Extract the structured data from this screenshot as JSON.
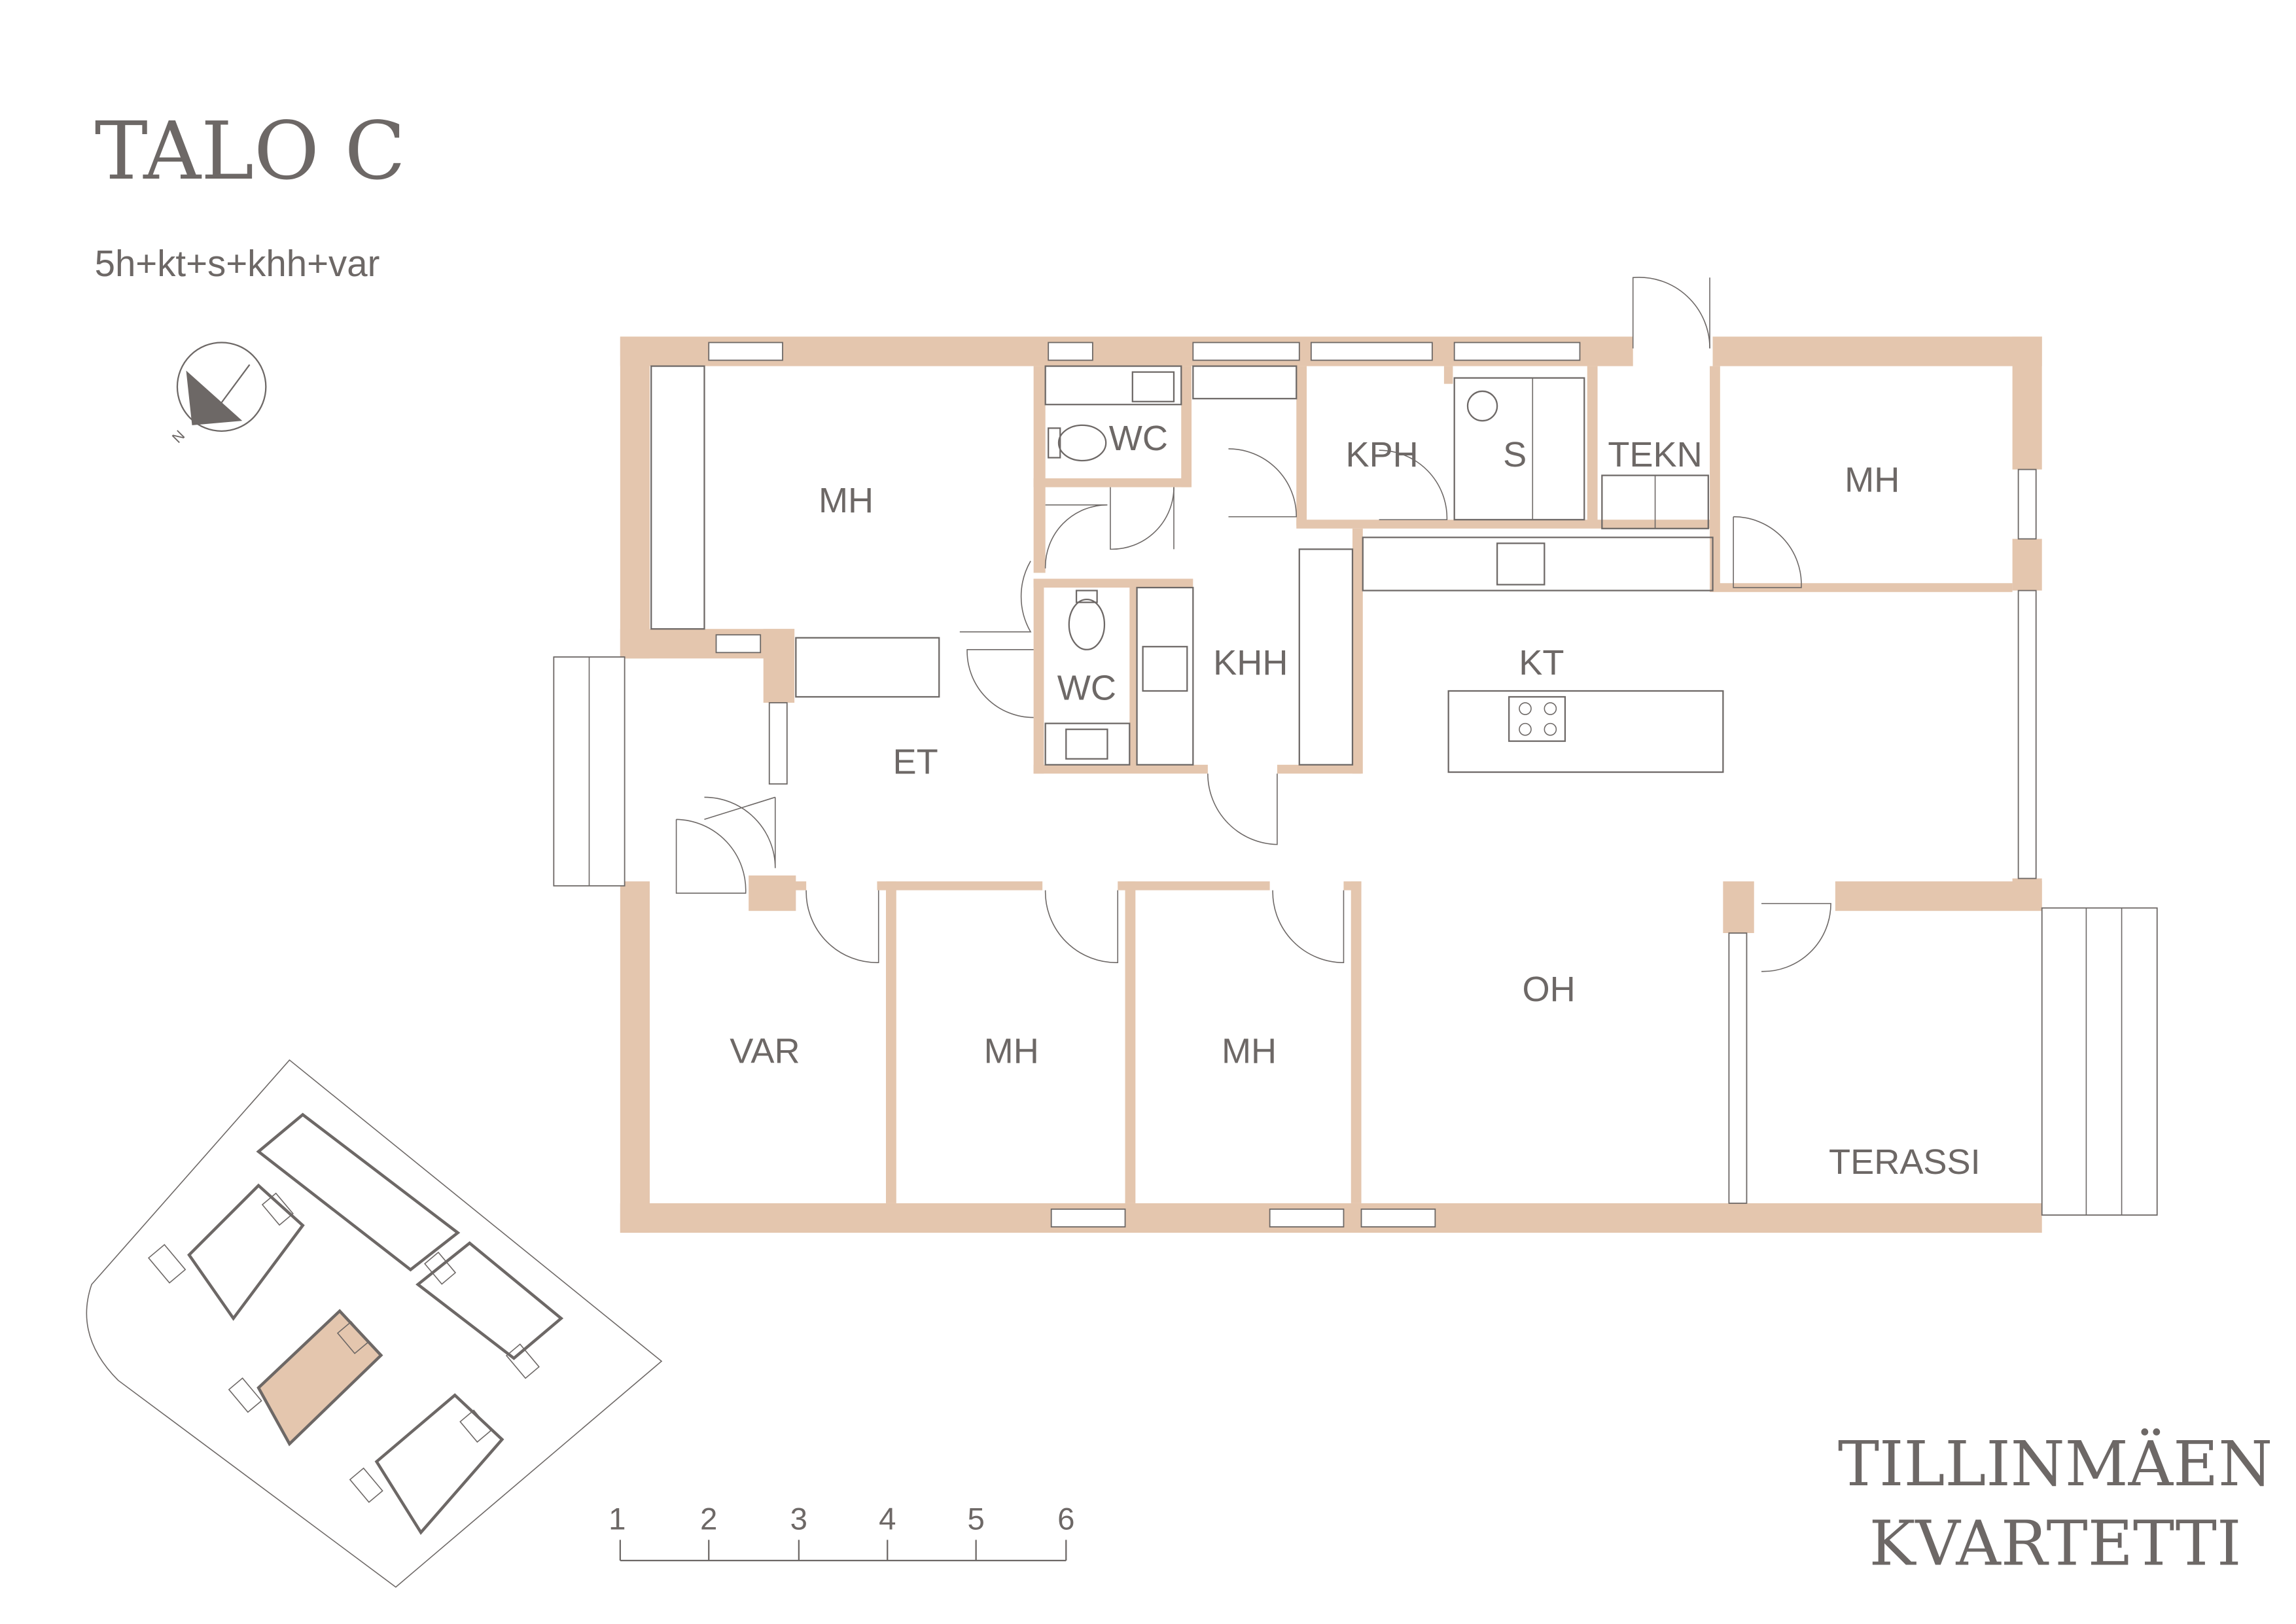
{
  "header": {
    "title": "TALO C",
    "subtitle": "5h+kt+s+khh+var"
  },
  "brand": {
    "line1": "TILLINMÄEN",
    "line2": "KVARTETTI"
  },
  "rooms": {
    "mh_nw": "MH",
    "wc_top": "WC",
    "kph": "KPH",
    "s": "S",
    "tekn": "TEKN",
    "mh_ne": "MH",
    "wc_mid": "WC",
    "khh": "KHH",
    "kt": "KT",
    "et": "ET",
    "oh": "OH",
    "var": "VAR",
    "mh_s1": "MH",
    "mh_s2": "MH",
    "terassi": "TERASSI"
  },
  "scale_bar": {
    "ticks": [
      "1",
      "2",
      "3",
      "4",
      "5",
      "6"
    ]
  },
  "colors": {
    "wall": "#e4c6ae",
    "ink": "#6d6866",
    "highlight": "#e4c6ae"
  },
  "icons": {
    "compass": "north-arrow-icon",
    "site_plan": "site-plan-icon"
  }
}
